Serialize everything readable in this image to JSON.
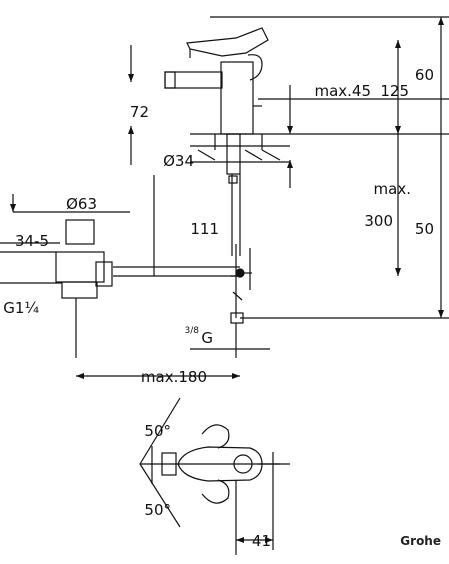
{
  "dimensions": {
    "total_height": "60",
    "spout_height": "125",
    "reach": "max.45",
    "lever_height": "72",
    "hole_diameter": "Ø34",
    "max_label": "max.",
    "pipe_length": "300",
    "base_to_floor": "50",
    "pipe_offset": "111",
    "waste_diameter": "Ø63",
    "waste_height": "34-5",
    "waste_thread": "G1¼",
    "connection_thread": "G",
    "connection_thread_sup": "3/8",
    "horizontal_reach": "max.180",
    "angle_top": "50°",
    "angle_bottom": "50°",
    "top_view_offset": "41"
  },
  "brand": "Grohe"
}
